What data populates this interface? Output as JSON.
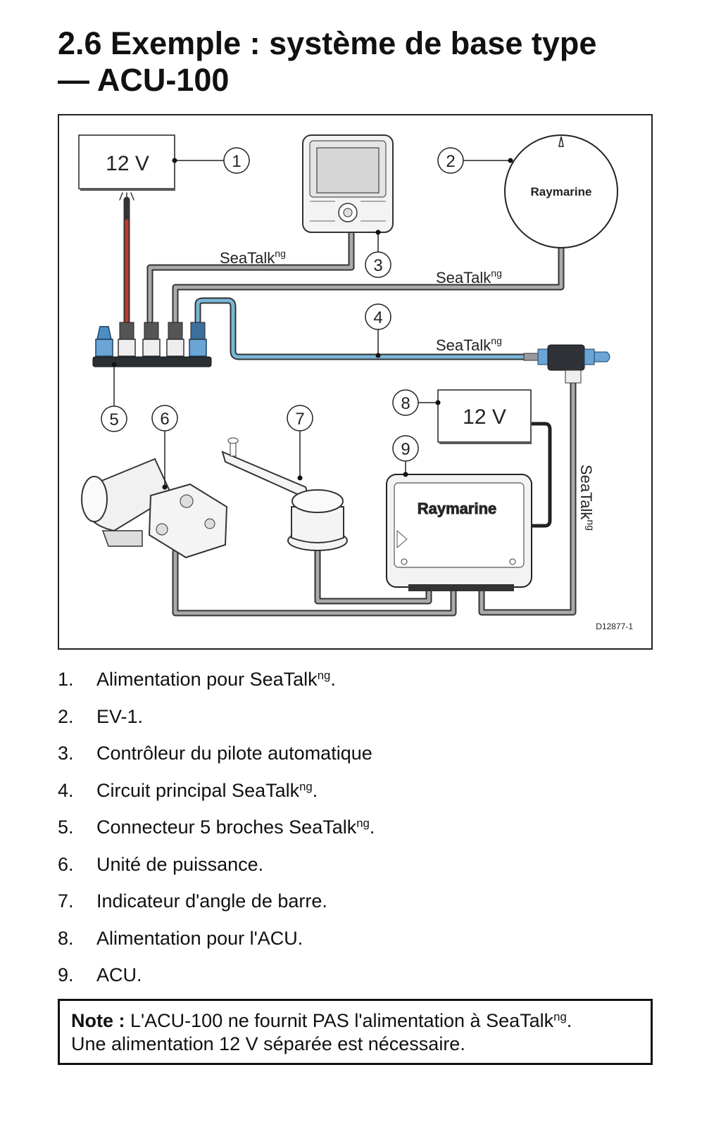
{
  "heading": {
    "line1": "2.6 Exemple : système de base type",
    "line2": "— ACU-100"
  },
  "diagram": {
    "labels": {
      "power_1": "12 V",
      "power_8": "12 V",
      "seatalk": "SeaTalk",
      "ng": "ng",
      "brand": "Raymarine",
      "code": "D12877-1"
    },
    "callouts": [
      "1",
      "2",
      "3",
      "4",
      "5",
      "6",
      "7",
      "8",
      "9"
    ]
  },
  "legend": [
    {
      "num": "1.",
      "text": "Alimentation pour SeaTalk",
      "sup": "ng",
      "tail": "."
    },
    {
      "num": "2.",
      "text": "EV-1.",
      "sup": "",
      "tail": ""
    },
    {
      "num": "3.",
      "text": "Contrôleur du pilote automatique",
      "sup": "",
      "tail": ""
    },
    {
      "num": "4.",
      "text": "Circuit principal SeaTalk",
      "sup": "ng",
      "tail": "."
    },
    {
      "num": "5.",
      "text": "Connecteur 5 broches SeaTalk",
      "sup": "ng",
      "tail": "."
    },
    {
      "num": "6.",
      "text": "Unité de puissance.",
      "sup": "",
      "tail": ""
    },
    {
      "num": "7.",
      "text": "Indicateur d'angle de barre.",
      "sup": "",
      "tail": ""
    },
    {
      "num": "8.",
      "text": "Alimentation pour l'ACU.",
      "sup": "",
      "tail": ""
    },
    {
      "num": "9.",
      "text": "ACU.",
      "sup": "",
      "tail": ""
    }
  ],
  "note": {
    "label": "Note :",
    "text1": " L'ACU-100 ne fournit PAS l'alimentation à SeaTalk",
    "sup": "ng",
    "text2": ".",
    "line2": "Une alimentation 12 V séparée est nécessaire."
  }
}
